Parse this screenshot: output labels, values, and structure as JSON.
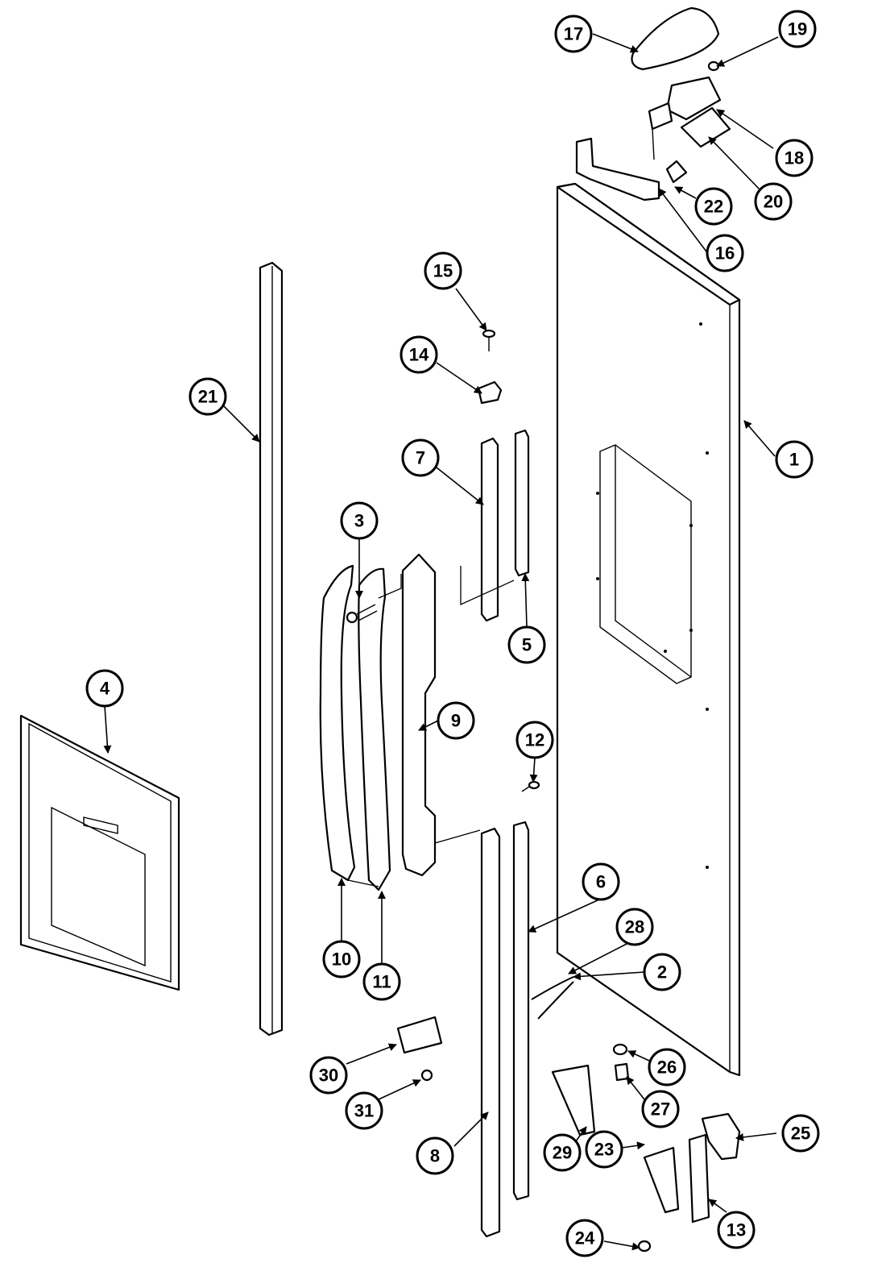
{
  "diagram": {
    "callouts": [
      {
        "label": "1"
      },
      {
        "label": "2"
      },
      {
        "label": "3"
      },
      {
        "label": "4"
      },
      {
        "label": "5"
      },
      {
        "label": "6"
      },
      {
        "label": "7"
      },
      {
        "label": "8"
      },
      {
        "label": "9"
      },
      {
        "label": "10"
      },
      {
        "label": "11"
      },
      {
        "label": "12"
      },
      {
        "label": "13"
      },
      {
        "label": "14"
      },
      {
        "label": "15"
      },
      {
        "label": "16"
      },
      {
        "label": "17"
      },
      {
        "label": "18"
      },
      {
        "label": "19"
      },
      {
        "label": "20"
      },
      {
        "label": "21"
      },
      {
        "label": "22"
      },
      {
        "label": "23"
      },
      {
        "label": "24"
      },
      {
        "label": "25"
      },
      {
        "label": "26"
      },
      {
        "label": "27"
      },
      {
        "label": "28"
      },
      {
        "label": "29"
      },
      {
        "label": "30"
      },
      {
        "label": "31"
      }
    ]
  }
}
